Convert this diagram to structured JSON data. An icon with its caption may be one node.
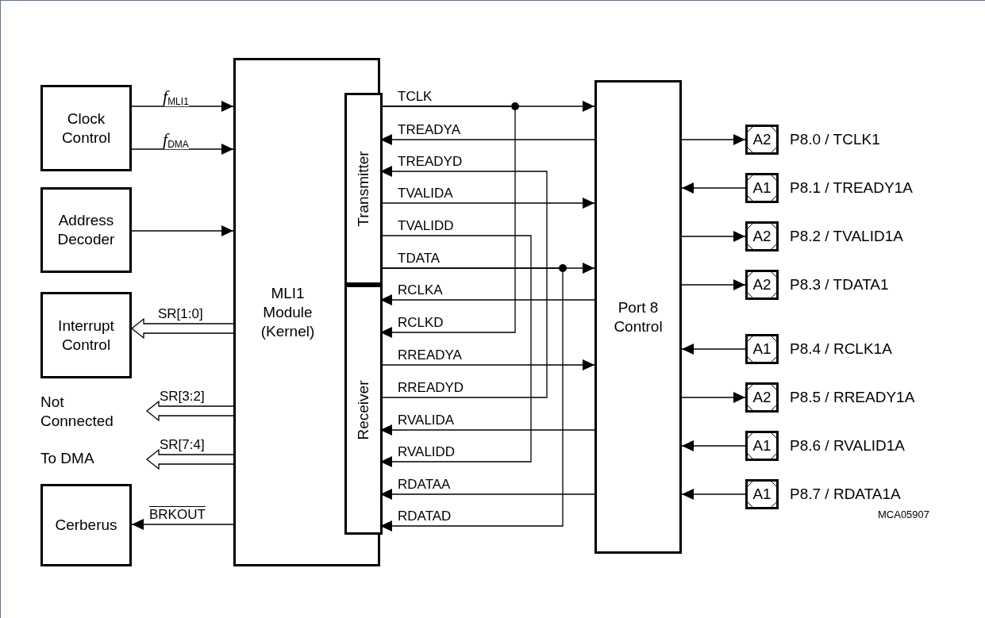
{
  "diagram": {
    "nodes": [
      {
        "text": [
          "Clock Control"
        ]
      },
      {
        "text": [
          "Address Decoder"
        ]
      },
      {
        "text": [
          "Interrupt Control"
        ]
      },
      {
        "text": [
          "Not Connected"
        ]
      },
      {
        "text": [
          "To DMA"
        ]
      },
      {
        "text": [
          "Cerberus"
        ]
      },
      {
        "text": [
          "MLI1 Module (Kernel)"
        ]
      },
      {
        "text": [
          "Transmitter"
        ],
        "in": 6
      },
      {
        "text": [
          "Receiver"
        ],
        "in": 6
      },
      {
        "text": [
          "Port 8 Control"
        ]
      },
      {
        "text": [
          "A2"
        ],
        "beside": [
          "P8.0 / TCLK1"
        ]
      },
      {
        "text": [
          "A1"
        ],
        "beside": [
          "P8.1 / TREADY1A"
        ]
      },
      {
        "text": [
          "A2"
        ],
        "beside": [
          "P8.2 / TVALID1A"
        ]
      },
      {
        "text": [
          "A2"
        ],
        "beside": [
          "P8.3 / TDATA1"
        ]
      },
      {
        "text": [
          "A1"
        ],
        "beside": [
          "P8.4 / RCLK1A"
        ]
      },
      {
        "text": [
          "A2"
        ],
        "beside": [
          "P8.5 / RREADY1A"
        ]
      },
      {
        "text": [
          "A1"
        ],
        "beside": [
          "P8.6 / RVALID1A"
        ]
      },
      {
        "text": [
          "A1"
        ],
        "beside": [
          "P8.7 / RDATA1A"
        ]
      }
    ],
    "edges": [
      {
        "from": 0,
        "to": 6,
        "arrow": "to",
        "label": "*f*$_{MLI1}$"
      },
      {
        "from": 0,
        "to": 6,
        "arrow": "to",
        "label": "*f*$_{DMA}$"
      },
      {
        "from": 1,
        "to": 6,
        "arrow": "to"
      },
      {
        "from": 6,
        "to": 2,
        "arrow": "to",
        "label": "SR[1:0]",
        "style": "thick"
      },
      {
        "from": 6,
        "to": 3,
        "arrow": "to",
        "label": "SR[3:2]",
        "style": "thick"
      },
      {
        "from": 6,
        "to": 4,
        "arrow": "to",
        "label": "SR[7:4]",
        "style": "thick"
      },
      {
        "from": 6,
        "to": 5,
        "arrow": "to",
        "label": "BRKOUT"
      },
      {
        "from": 7,
        "to": 9,
        "arrow": "to",
        "label": "TCLK"
      },
      {
        "from": 7,
        "to": 8,
        "arrow": "to",
        "label": "RCLKD"
      },
      {
        "from": 9,
        "to": 7,
        "arrow": "to",
        "label": "TREADYA"
      },
      {
        "from": 8,
        "to": 7,
        "arrow": "to",
        "label": "RREADYD"
      },
      {
        "from": 7,
        "to": 9,
        "arrow": "to",
        "label": "TVALIDA"
      },
      {
        "from": 7,
        "to": 8,
        "arrow": "to",
        "label": "TVALIDD"
      },
      {
        "from": 7,
        "to": 9,
        "arrow": "to",
        "label": "TDATA"
      },
      {
        "from": 7,
        "to": 8,
        "arrow": "to",
        "label": "RDATAD"
      },
      {
        "from": 9,
        "to": 8,
        "arrow": "to",
        "label": "RCLKA"
      },
      {
        "from": 8,
        "to": 9,
        "arrow": "to",
        "label": "RREADYA"
      },
      {
        "from": 9,
        "to": 8,
        "arrow": "to",
        "label": "RVALIDA"
      },
      {
        "from": 9,
        "to": 8,
        "arrow": "to",
        "label": "RDATAA"
      },
      {
        "from": 9,
        "to": 10,
        "arrow": "to"
      },
      {
        "from": 11,
        "to": 9,
        "arrow": "to"
      },
      {
        "from": 9,
        "to": 12,
        "arrow": "to"
      },
      {
        "from": 9,
        "to": 13,
        "arrow": "to"
      },
      {
        "from": 14,
        "to": 9,
        "arrow": "to"
      },
      {
        "from": 9,
        "to": 15,
        "arrow": "to"
      },
      {
        "from": 16,
        "to": 9,
        "arrow": "to"
      },
      {
        "from": 17,
        "to": 9,
        "arrow": "to"
      }
    ],
    "labels": [
      "TREADYD",
      "RVALIDD",
      "MCA05907"
    ]
  }
}
